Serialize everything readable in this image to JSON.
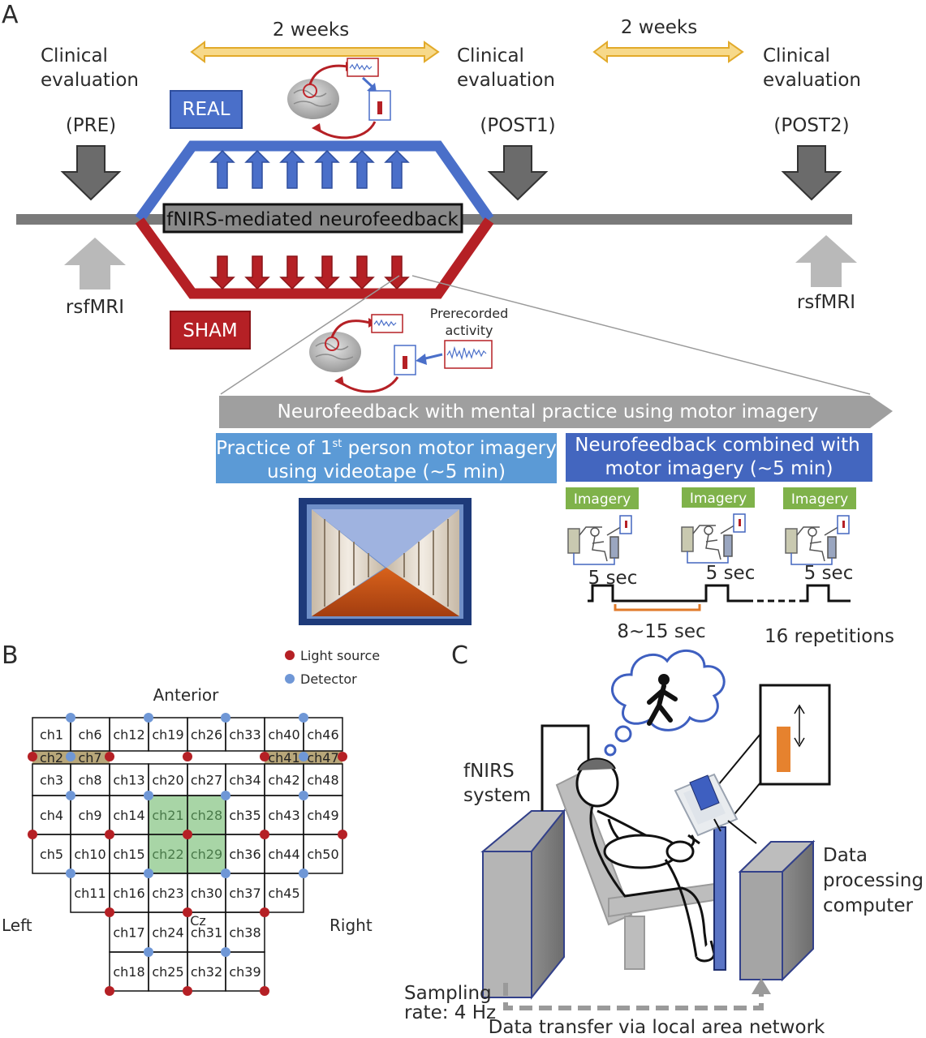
{
  "panels": {
    "a": "A",
    "b": "B",
    "c": "C"
  },
  "timeline": {
    "interval1": "2 weeks",
    "interval2": "2 weeks",
    "eval_pre": {
      "line1": "Clinical",
      "line2": "evaluation",
      "tag": "(PRE)"
    },
    "eval_post1": {
      "line1": "Clinical",
      "line2": "evaluation",
      "tag": "(POST1)"
    },
    "eval_post2": {
      "line1": "Clinical",
      "line2": "evaluation",
      "tag": "(POST2)"
    },
    "mri_left": "rsfMRI",
    "mri_right": "rsfMRI",
    "real_label": "REAL",
    "sham_label": "SHAM",
    "center_label": "fNIRS-mediated neurofeedback",
    "prerecorded": {
      "line1": "Prerecorded",
      "line2": "activity"
    }
  },
  "protocol": {
    "banner": "Neurofeedback with mental practice using motor imagery",
    "left_box": {
      "line1_pre": "Practice of 1",
      "line1_sup": "st",
      "line1_post": " person motor imagery",
      "line2": "using videotape (~5 min)"
    },
    "right_box": {
      "line1": "Neurofeedback combined with",
      "line2": "motor imagery (~5 min)"
    },
    "imagery_labels": [
      "Imagery",
      "Imagery",
      "Imagery"
    ],
    "durations": [
      "5 sec",
      "5 sec",
      "5 sec"
    ],
    "interval": "8~15 sec",
    "repetitions": "16 repetitions"
  },
  "montage": {
    "legend_source": "Light source",
    "legend_detector": "Detector",
    "anterior": "Anterior",
    "left": "Left",
    "right": "Right",
    "cz": "Cz",
    "rows": [
      [
        "ch1",
        "ch6",
        "ch12",
        "ch19",
        "ch26",
        "ch33",
        "ch40",
        "ch46"
      ],
      [
        "ch2",
        "ch7",
        "",
        "",
        "",
        "",
        "ch41",
        "ch47"
      ],
      [
        "ch3",
        "ch8",
        "ch13",
        "ch20",
        "ch27",
        "ch34",
        "ch42",
        "ch48"
      ],
      [
        "ch4",
        "ch9",
        "ch14",
        "ch21",
        "ch28",
        "ch35",
        "ch43",
        "ch49"
      ],
      [
        "ch5",
        "ch10",
        "ch15",
        "ch22",
        "ch29",
        "ch36",
        "ch44",
        "ch50"
      ],
      [
        "",
        "ch11",
        "ch16",
        "ch23",
        "ch30",
        "ch37",
        "ch45",
        ""
      ],
      [
        "",
        "",
        "ch17",
        "ch24",
        "ch31",
        "ch38",
        "",
        ""
      ],
      [
        "",
        "",
        "ch18",
        "ch25",
        "ch32",
        "ch39",
        "",
        ""
      ]
    ],
    "colors": {
      "source": "#b52025",
      "detector": "#6f97d6",
      "roi": "#a8d5a6",
      "highlight": "#b8a77a"
    }
  },
  "setup": {
    "fnirs": {
      "line1": "fNIRS",
      "line2": "system"
    },
    "computer": {
      "line1": "Data",
      "line2": "processing",
      "line3": "computer"
    },
    "sampling": {
      "line1": "Sampling",
      "line2": "rate: 4 Hz"
    },
    "transfer": "Data transfer via local area network"
  },
  "colors": {
    "real_blue": "#4a6fc9",
    "sham_red": "#b52025",
    "interval_yellow": "#f4c14b",
    "box_blue_light": "#5b9ad6",
    "box_blue_dark": "#4366bf",
    "imagery_green": "#7fb24a"
  }
}
